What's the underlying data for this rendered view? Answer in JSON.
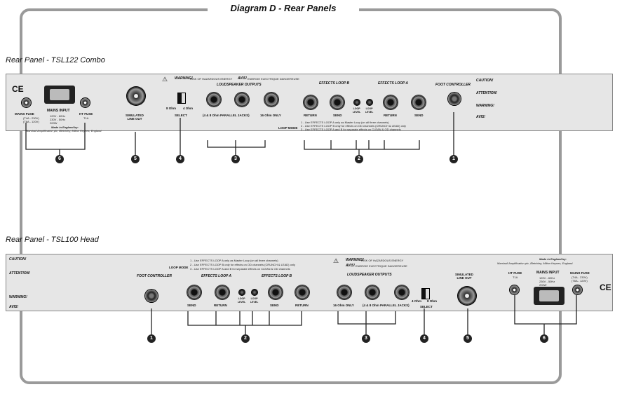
{
  "title": "Diagram D - Rear Panels",
  "combo": {
    "label": "Rear Panel - TSL122 Combo",
    "mains_fuse": "MAINS FUSE",
    "mains_fuse_spec": "(T4A - 230V)\n(T6A - 120V)",
    "mains_input": "MAINS INPUT",
    "mains_input_spec": "120V - 60Hz\n230V - 50Hz\n200W",
    "ht_fuse": "HT FUSE",
    "ht_fuse_spec": "T1A",
    "made_in": "Made in England by:",
    "maker": "Marshall Amplification plc, Bletchley, Milton Keynes, England.",
    "line_out": "SIMULATED\nLINE OUT",
    "select": "SELECT",
    "ohm8": "8 Ohm",
    "ohm4": "4 Ohm",
    "warning": "WARNING!",
    "warning_sub": "RISK OF HAZARDOUS ENERGY",
    "avis": "AVIS!",
    "avis_sub": "ENERGIE ELECTRIQUE DANGEREUSE",
    "speaker_outputs": "LOUDSPEAKER OUTPUTS",
    "spk_parallel": "(4 & 8 Ohm PARALLEL JACKS)",
    "spk_16": "16 Ohm ONLY",
    "loop_b": "EFFECTS LOOP B",
    "loop_a": "EFFECTS LOOP A",
    "return": "RETURN",
    "send": "SEND",
    "loop_level": "LOOP\nLEVEL",
    "loop_mode": "LOOP MODE",
    "loop_mode_lines": [
      "1 - Use EFFECTS LOOP A only as Master Loop (on all three channels)",
      "2 - Use EFFECTS LOOP B only for effects on OD channels (CRUNCH & LEAD) only",
      "3 - Use EFFECTS LOOP A and B for separate effects on CLEAN & OD channels"
    ],
    "foot_controller": "FOOT CONTROLLER",
    "caution": "CAUTION!",
    "attention": "ATTENTION!",
    "warning2": "WARNING!",
    "avis2": "AVIS!",
    "callouts": [
      "6",
      "5",
      "4",
      "3",
      "2",
      "1"
    ]
  },
  "head": {
    "label": "Rear Panel - TSL100 Head",
    "caution": "CAUTION!",
    "attention": "ATTENTION!",
    "warning2": "WARNING!",
    "avis2": "AVIS!",
    "foot_controller": "FOOT CONTROLLER",
    "loop_mode": "LOOP MODE",
    "loop_mode_lines": [
      "1 - Use EFFECTS LOOP A only as Master Loop (on all three channels)",
      "2 - Use EFFECTS LOOP B only for effects on OD channels (CRUNCH & LEAD) only",
      "3 - Use EFFECTS LOOP A and B for separate effects on CLEAN & OD channels"
    ],
    "loop_a": "EFFECTS LOOP A",
    "loop_b": "EFFECTS LOOP B",
    "send": "SEND",
    "return": "RETURN",
    "loop_level": "LOOP\nLEVEL",
    "warning": "WARNING!",
    "warning_sub": "RISK OF HAZARDOUS ENERGY",
    "avis": "AVIS!",
    "avis_sub": "ENERGIE ELECTRIQUE DANGEREUSE",
    "speaker_outputs": "LOUDSPEAKER OUTPUTS",
    "spk_16": "16 Ohm ONLY",
    "spk_parallel": "(4 & 8 Ohm PARALLEL JACKS)",
    "ohm4": "4 Ohm",
    "ohm8": "8 Ohm",
    "select": "SELECT",
    "line_out": "SIMULATED\nLINE OUT",
    "made_in": "Made in England by:",
    "maker": "Marshall Amplification plc, Bletchley, Milton Keynes, England.",
    "ht_fuse": "HT FUSE",
    "ht_fuse_spec": "T1A",
    "mains_input": "MAINS INPUT",
    "mains_input_spec": "120V - 60Hz\n230V - 50Hz\n200W",
    "mains_fuse": "MAINS FUSE",
    "mains_fuse_spec": "(T4A - 230V)\n(T6A - 120V)",
    "callouts": [
      "1",
      "2",
      "3",
      "4",
      "5",
      "6"
    ]
  },
  "ce_mark": "CE"
}
